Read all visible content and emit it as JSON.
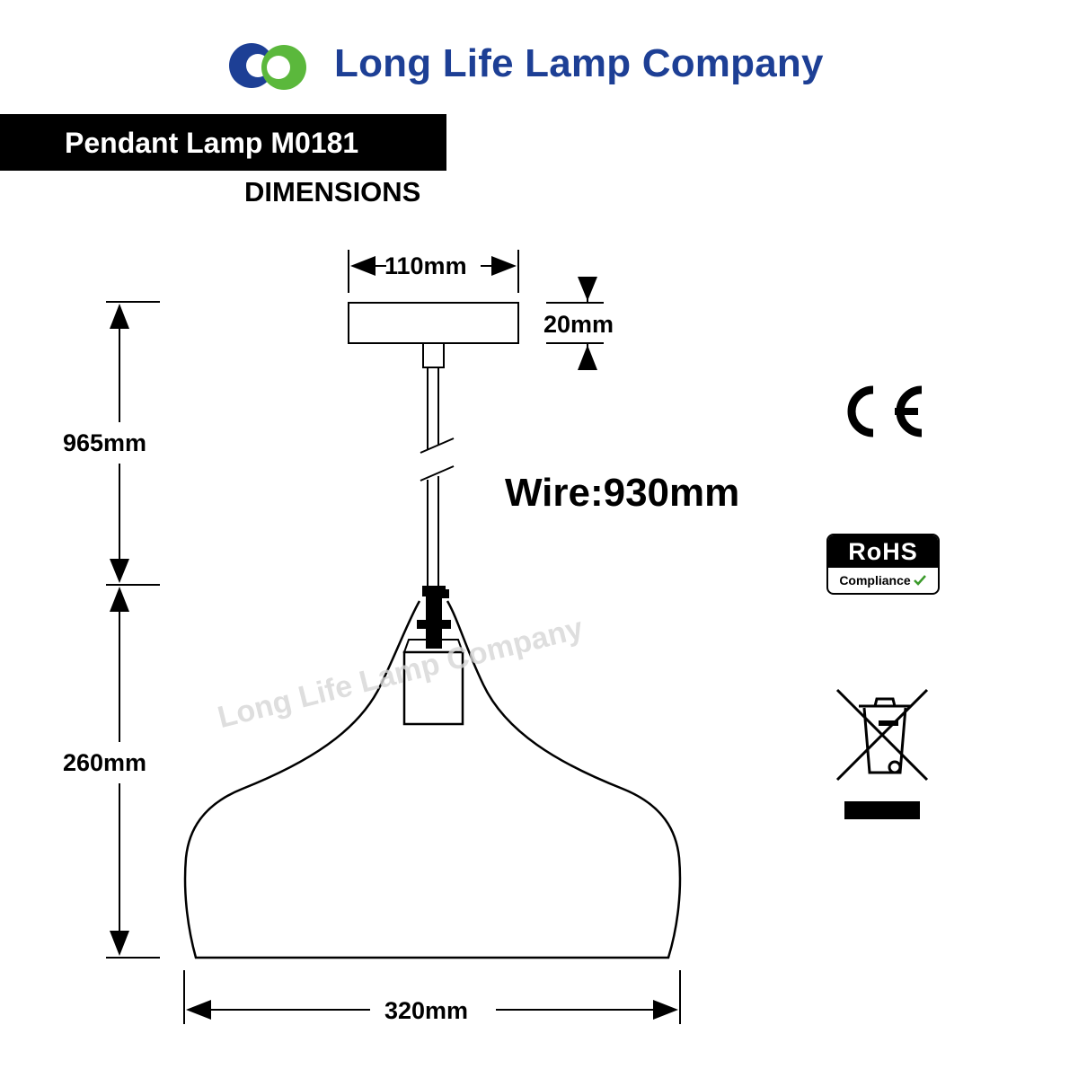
{
  "header": {
    "company_name": "Long Life Lamp Company",
    "logo_colors": [
      "#1d3f95",
      "#5bb83c"
    ]
  },
  "product": {
    "title": "Pendant Lamp M0181",
    "section": "DIMENSIONS"
  },
  "dimensions": {
    "canopy_width": "110mm",
    "canopy_height": "20mm",
    "total_drop": "965mm",
    "shade_height": "260mm",
    "shade_width": "320mm",
    "wire": "Wire:930mm"
  },
  "watermark": "Long Life Lamp Company",
  "certifications": {
    "ce_mark": "CE",
    "rohs_title": "RoHS",
    "rohs_subtitle": "Compliance",
    "weee_icon": "crossed-out-wheelie-bin-icon"
  }
}
